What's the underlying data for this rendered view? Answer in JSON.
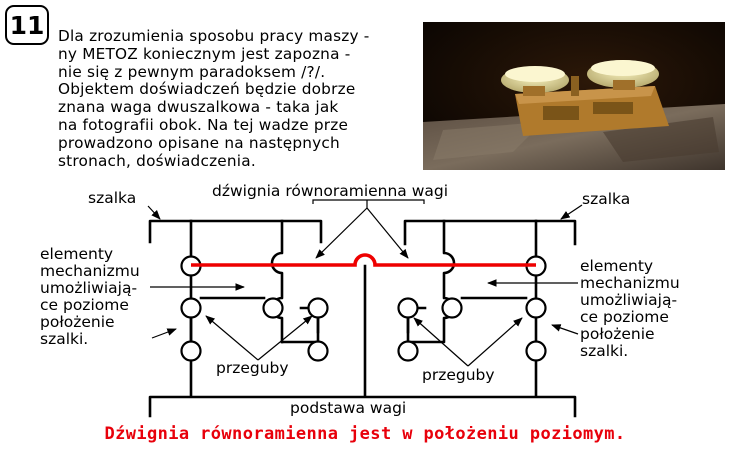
{
  "badge": "11",
  "intro_lines": [
    "Dla  zrozumienia sposobu pracy  maszy -",
    "ny  METOZ  koniecznym jest  zapozna -",
    "nie  się  z   pewnym paradoksem /?/.",
    "Objektem doświadczeń  będzie  dobrze",
    "znana waga  dwuszalkowa - taka  jak",
    "na fotografii  obok. Na tej wadze prze",
    "prowadzono opisane na następnych",
    "stronach,  doświadczenia."
  ],
  "photo": {
    "icon": "balance-scale-photo",
    "colors": {
      "background": "#150a04",
      "scale_body": "#b07a2c",
      "pans": "#ece4a6",
      "base": "#6a5a48"
    }
  },
  "diagram": {
    "lever_label": "dźwignia  równoramienna  wagi",
    "pan_left_label": "szalka",
    "pan_right_label": "szalka",
    "mechanism_left_lines": [
      "elementy",
      "mechanizmu",
      "umożliwiają-",
      "ce poziome",
      "położenie",
      "szalki."
    ],
    "mechanism_right_lines": [
      "elementy",
      "mechanizmu",
      "umożliwiają-",
      "ce poziome",
      "położenie",
      "szalki."
    ],
    "joints_left_label": "przeguby",
    "joints_right_label": "przeguby",
    "base_label": "podstawa  wagi",
    "colors": {
      "lever": "#ee0000",
      "lines": "#000000"
    }
  },
  "caption": "Dźwignia  równoramienna  jest  w  położeniu  poziomym."
}
